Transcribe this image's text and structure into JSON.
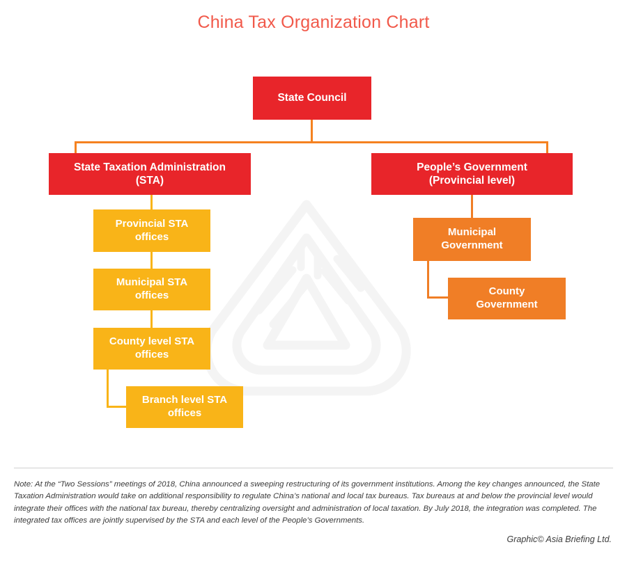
{
  "title": "China Tax Organization Chart",
  "colors": {
    "title": "#F1594A",
    "red": "#E8252A",
    "amber": "#F9B418",
    "orange": "#F07E26",
    "connector": "#F58220",
    "background": "#FFFFFF",
    "note_text": "#3B3B3B",
    "divider": "#CFCFCF"
  },
  "chart_data": {
    "type": "diagram",
    "title": "China Tax Organization Chart",
    "nodes": [
      {
        "id": "state-council",
        "label": "State Council",
        "lines": [
          "State Council"
        ],
        "level": 0,
        "color": "#E8252A"
      },
      {
        "id": "sta",
        "label": "State Taxation Administration (STA)",
        "lines": [
          "State Taxation Administration",
          "(STA)"
        ],
        "level": 1,
        "color": "#E8252A"
      },
      {
        "id": "peoples-government",
        "label": "People’s Government (Provincial level)",
        "lines": [
          "People’s Government",
          "(Provincial level)"
        ],
        "level": 1,
        "color": "#E8252A"
      },
      {
        "id": "provincial-sta",
        "label": "Provincial STA offices",
        "lines": [
          "Provincial STA",
          "offices"
        ],
        "level": 2,
        "color": "#F9B418"
      },
      {
        "id": "municipal-sta",
        "label": "Municipal STA offices",
        "lines": [
          "Municipal STA",
          "offices"
        ],
        "level": 3,
        "color": "#F9B418"
      },
      {
        "id": "county-sta",
        "label": "County level STA offices",
        "lines": [
          "County level STA",
          "offices"
        ],
        "level": 4,
        "color": "#F9B418"
      },
      {
        "id": "branch-sta",
        "label": "Branch level STA offices",
        "lines": [
          "Branch level STA",
          "offices"
        ],
        "level": 5,
        "color": "#F9B418"
      },
      {
        "id": "municipal-government",
        "label": "Municipal Government",
        "lines": [
          "Municipal",
          "Government"
        ],
        "level": 2,
        "color": "#F07E26"
      },
      {
        "id": "county-government",
        "label": "County Government",
        "lines": [
          "County",
          "Government"
        ],
        "level": 3,
        "color": "#F07E26"
      }
    ],
    "edges": [
      {
        "from": "state-council",
        "to": "sta"
      },
      {
        "from": "state-council",
        "to": "peoples-government"
      },
      {
        "from": "sta",
        "to": "provincial-sta"
      },
      {
        "from": "provincial-sta",
        "to": "municipal-sta"
      },
      {
        "from": "municipal-sta",
        "to": "county-sta"
      },
      {
        "from": "county-sta",
        "to": "branch-sta"
      },
      {
        "from": "peoples-government",
        "to": "municipal-government"
      },
      {
        "from": "municipal-government",
        "to": "county-government"
      }
    ]
  },
  "boxes": {
    "state_council": {
      "line1": "State Council"
    },
    "sta": {
      "line1": "State Taxation Administration",
      "line2": "(STA)"
    },
    "peoples_government": {
      "line1": "People’s Government",
      "line2": "(Provincial level)"
    },
    "provincial_sta": {
      "line1": "Provincial STA",
      "line2": "offices"
    },
    "municipal_sta": {
      "line1": "Municipal STA",
      "line2": "offices"
    },
    "county_sta": {
      "line1": "County level STA",
      "line2": "offices"
    },
    "branch_sta": {
      "line1": "Branch level STA",
      "line2": "offices"
    },
    "municipal_government": {
      "line1": "Municipal",
      "line2": "Government"
    },
    "county_government": {
      "line1": "County",
      "line2": "Government"
    }
  },
  "footer": {
    "note": "Note: At the “Two Sessions” meetings of 2018, China announced a sweeping restructuring of its government institutions. Among the key changes announced, the State Taxation Administration would take on additional responsibility to regulate China’s national and local tax bureaus. Tax bureaus at and below the provincial level would integrate their offices with the national tax bureau, thereby centralizing oversight and administration of local taxation. By July 2018, the integration was completed. The integrated tax offices are jointly supervised by the STA and each level of the People’s Governments.",
    "credit": "Graphic© Asia Briefing Ltd."
  }
}
